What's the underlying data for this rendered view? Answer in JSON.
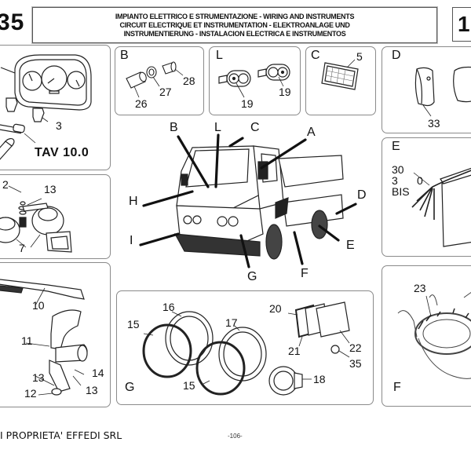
{
  "header": {
    "section_number": "35",
    "title_lines": [
      "IMPIANTO ELETTRICO E STRUMENTAZIONE - WIRING AND INSTRUMENTS",
      "CIRCUIT ELECTRIQUE ET INSTRUMENTATION - ELEKTROANLAGE UND",
      "INSTRUMENTIERUNG - INSTALACION ELECTRICA E INSTRUMENTOS"
    ],
    "page_box": "1"
  },
  "panels": {
    "instruments": {
      "callouts": [
        "3"
      ],
      "model_label": "TAV 10.0"
    },
    "B": {
      "label": "B",
      "callouts": [
        "26",
        "27",
        "28"
      ]
    },
    "L": {
      "label": "L",
      "callouts": [
        "19",
        "19"
      ]
    },
    "C": {
      "label": "C",
      "callouts": [
        "5"
      ]
    },
    "D": {
      "label": "D",
      "callouts": [
        "33"
      ]
    },
    "E": {
      "label": "E",
      "callouts": [
        "30",
        "3",
        "0",
        "BIS"
      ]
    },
    "horn": {
      "callouts": [
        "2",
        "13",
        "7"
      ]
    },
    "wiper": {
      "callouts": [
        "10",
        "11",
        "13",
        "12",
        "14",
        "13"
      ]
    },
    "G": {
      "label": "G",
      "callouts": [
        "16",
        "15",
        "17",
        "15",
        "20",
        "21",
        "22",
        "35",
        "18"
      ]
    },
    "F": {
      "label": "F",
      "callouts": [
        "23"
      ]
    }
  },
  "truck": {
    "pointers": [
      "B",
      "L",
      "C",
      "A",
      "H",
      "D",
      "I",
      "E",
      "G",
      "F"
    ]
  },
  "footer": {
    "copyright": "I PROPRIETA' EFFEDI SRL",
    "page_number": "-106-"
  }
}
